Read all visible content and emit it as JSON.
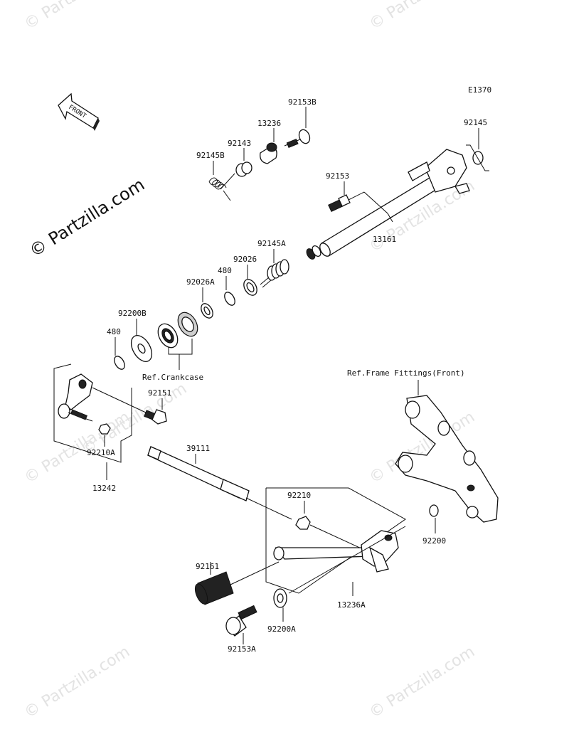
{
  "diagram": {
    "code": "E1370",
    "front_label": "FRONT",
    "watermark_main": "© Partzilla.com",
    "watermark_faint": "© Partzilla.com",
    "labels": {
      "p92153B": "92153B",
      "p13236": "13236",
      "p92143": "92143",
      "p92145B": "92145B",
      "p92145": "92145",
      "p92153": "92153",
      "p13161": "13161",
      "p92145A": "92145A",
      "p92026": "92026",
      "p480a": "480",
      "p92026A": "92026A",
      "p92200B": "92200B",
      "p480b": "480",
      "ref_crankcase": "Ref.Crankcase",
      "p92151": "92151",
      "p92210A": "92210A",
      "p13242": "13242",
      "p39111": "39111",
      "ref_frame": "Ref.Frame Fittings(Front)",
      "p92210": "92210",
      "p92200": "92200",
      "p92161": "92161",
      "p13236A": "13236A",
      "p92200A": "92200A",
      "p92153A": "92153A"
    }
  }
}
